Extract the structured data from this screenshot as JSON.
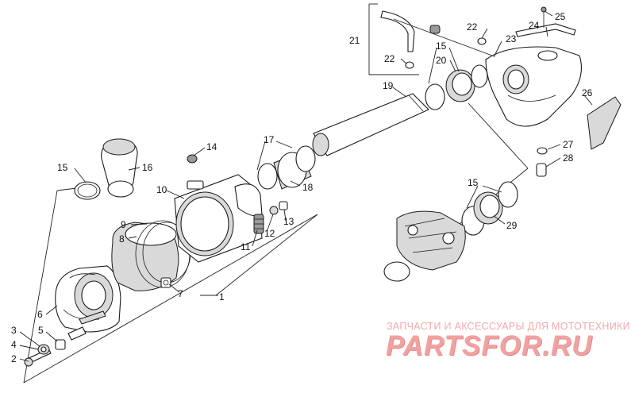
{
  "callouts": {
    "c1": "1",
    "c2": "2",
    "c3": "3",
    "c4": "4",
    "c5": "5",
    "c6": "6",
    "c7": "7",
    "c8": "8",
    "c9": "9",
    "c10": "10",
    "c11": "11",
    "c12": "12",
    "c13": "13",
    "c14": "14",
    "c15a": "15",
    "c15b": "15",
    "c15c": "15",
    "c16": "16",
    "c17": "17",
    "c18": "18",
    "c19": "19",
    "c20": "20",
    "c21": "21",
    "c22a": "22",
    "c22b": "22",
    "c23": "23",
    "c24": "24",
    "c25": "25",
    "c26": "26",
    "c27": "27",
    "c28": "28",
    "c29": "29"
  },
  "watermark": {
    "caption": "ЗАПЧАСТИ И АКСЕССУАРЫ ДЛЯ МОТОТЕХНИКИ",
    "brand": "PARTSFOR.RU"
  }
}
